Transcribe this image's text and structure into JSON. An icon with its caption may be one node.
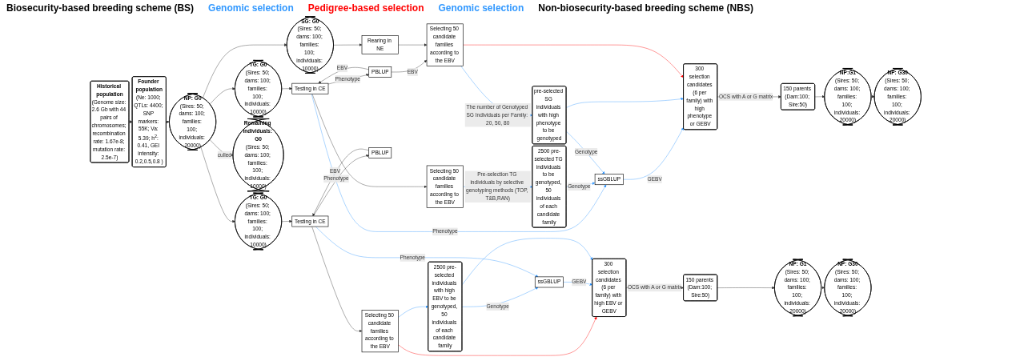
{
  "diagram": {
    "nodes": [
      {
        "text": [
          "Historical population",
          "(Genome size: 2.6 Gb with 44 pairs of chromosomes; recombination rate: 1.67e-8; mutation rate: 2.5e-7)"
        ]
      },
      {
        "text": [
          "Founder population",
          "(Ne: 1000; QTLs: 4400; SNP markers: 55K; Va: 5.39; h$^{2}$: 0.41, GEI intensity: 0.2,0.5,0.8 )"
        ]
      },
      {
        "text": [
          "NP: G0",
          "(Sires: 50; dams: 100; families: 100; individuals: 20000)"
        ]
      },
      {
        "text": [
          "TG: G0",
          "(Sires: 50; dams: 100; families: 100; individuals: 10000)"
        ]
      },
      {
        "text": [
          "SG: G0",
          "(Sires: 50; dams: 100; families: 100; individuals: 10000)"
        ]
      },
      {
        "text": [
          "Testing in CE"
        ]
      },
      {
        "text": [
          "PBLUP"
        ]
      },
      {
        "text": [
          "Rearing in NE"
        ]
      },
      {
        "text": [
          "Selecting 50 candidate families according to the EBV"
        ]
      },
      {
        "text": [
          "2500 pre-selected TG individuals to be genotyped, 50 individuals of each candidate family"
        ]
      },
      {
        "text": [
          "ssGBLUP"
        ]
      },
      {
        "text": [
          "Selecting 50 candidate families according to the EBV"
        ]
      },
      {
        "text": [
          "pre-selected SG individuals with high phenotype to be genotyped"
        ]
      },
      {
        "text": [
          "300 selection candidates (6 per family) with high phenotype or GEBV"
        ]
      },
      {
        "text": [
          "150 parents (Dam:100; Sire:50)"
        ]
      },
      {
        "text": [
          "NP:G1",
          "(Sires: 50; dams: 100; families: 100; individuals: 20000)"
        ]
      },
      {
        "text": [
          "NP: G30",
          "(Sires: 50; dams: 100; families: 100; individuals: 20000)"
        ]
      },
      {
        "text": [
          "TG: G0",
          "(Sires: 50; dams: 100; families: 100; individuals: 10000)"
        ]
      },
      {
        "text": [
          "Remaining individuals: G0",
          "(Sires: 50; dams: 100; families: 100; individuals: 10000)"
        ]
      },
      {
        "text": [
          "Testing in CE"
        ]
      },
      {
        "text": [
          "PBLUP"
        ]
      },
      {
        "text": [
          "Selecting 50 candidate families according to the EBV"
        ]
      },
      {
        "text": [
          "2500 pre-selected individuals with high EBV to be genotyped, 50 individuals of each candidate family"
        ]
      },
      {
        "text": [
          "ssGBLUP"
        ]
      },
      {
        "text": [
          "300 selection candidates (6 per family) with high EBV or GEBV"
        ]
      },
      {
        "text": [
          "150 parents (Dam:100; Sire:50)"
        ]
      },
      {
        "text": [
          "NP: G1",
          "(Sires: 50; dams: 100; families: 100; individuals: 20000)"
        ]
      },
      {
        "text": [
          "NP: G30",
          "(Sires: 50; dams: 100; families: 100; individuals: 20000)"
        ]
      }
    ],
    "edges": [
      {
        "from": 0,
        "to": 1,
        "arrow": "to"
      },
      {
        "from": 1,
        "to": 2,
        "arrow": "to"
      },
      {
        "from": 2,
        "to": 3,
        "arrow": "to"
      },
      {
        "from": 2,
        "to": 4,
        "arrow": "to"
      },
      {
        "from": 2,
        "to": 17,
        "arrow": "to"
      },
      {
        "from": 2,
        "to": 18,
        "arrow": "to",
        "label": "culled"
      },
      {
        "from": 3,
        "to": 5,
        "arrow": "to"
      },
      {
        "from": 5,
        "to": 8,
        "arrow": "to"
      },
      {
        "from": 5,
        "to": 6,
        "arrow": "to",
        "label": "Phenotype"
      },
      {
        "from": 6,
        "to": 5,
        "arrow": "to",
        "label": "EBV"
      },
      {
        "from": 6,
        "to": 11,
        "arrow": "to",
        "label": "EBV"
      },
      {
        "from": 5,
        "to": 10,
        "arrow": "to",
        "label": "Phenotype",
        "color": "#3399ff"
      },
      {
        "from": 8,
        "to": 9,
        "arrow": "to",
        "label": "Pre-selection TG individuals by selective genotyping methods (TOP, T&B,RAN)",
        "color": "#3399ff"
      },
      {
        "from": 9,
        "to": 10,
        "arrow": "to",
        "label": "Genotype",
        "color": "#3399ff"
      },
      {
        "from": 4,
        "to": 7,
        "arrow": "to"
      },
      {
        "from": 7,
        "to": 11,
        "arrow": "to"
      },
      {
        "from": 11,
        "to": 12,
        "arrow": "to",
        "label": "The number of Genotyped SG Individuals per Family: 20, 50, 80",
        "color": "#3399ff"
      },
      {
        "from": 12,
        "to": 10,
        "arrow": "to",
        "label": "Genotype",
        "color": "#3399ff"
      },
      {
        "from": 10,
        "to": 13,
        "arrow": "to",
        "label": "GEBV",
        "color": "#3399ff"
      },
      {
        "from": 12,
        "to": 13,
        "arrow": "to",
        "color": "#3399ff"
      },
      {
        "from": 11,
        "to": 13,
        "arrow": "to",
        "color": "#ff0000"
      },
      {
        "from": 13,
        "to": 14,
        "arrow": "to",
        "label": "OCS with A or G matrix"
      },
      {
        "from": 14,
        "to": 15,
        "arrow": "to"
      },
      {
        "from": 15,
        "to": 16,
        "arrow": "to",
        "style": "dashed"
      },
      {
        "from": 17,
        "to": 19,
        "arrow": "to"
      },
      {
        "from": 19,
        "to": 21,
        "arrow": "to"
      },
      {
        "from": 19,
        "to": 20,
        "arrow": "to",
        "label": "Phenotype"
      },
      {
        "from": 20,
        "to": 19,
        "arrow": "to",
        "label": "EBV"
      },
      {
        "from": 21,
        "to": 22,
        "arrow": "to",
        "color": "#3399ff"
      },
      {
        "from": 21,
        "to": 24,
        "arrow": "to",
        "color": "#ff0000"
      },
      {
        "from": 22,
        "to": 23,
        "arrow": "to",
        "label": "Genotype",
        "color": "#3399ff"
      },
      {
        "from": 23,
        "to": 24,
        "arrow": "to",
        "label": "GEBV",
        "color": "#3399ff"
      },
      {
        "from": 22,
        "to": 24,
        "arrow": "to",
        "color": "#3399ff"
      },
      {
        "from": 19,
        "to": 23,
        "arrow": "to",
        "label": "Phenotype",
        "color": "#3399ff"
      },
      {
        "from": 24,
        "to": 25,
        "arrow": "to",
        "label": "OCS with A or G matrix"
      },
      {
        "from": 25,
        "to": 26,
        "arrow": "to"
      },
      {
        "from": 26,
        "to": 27,
        "arrow": "to",
        "style": "dashed"
      }
    ],
    "labels": [
      "Biosecurity-based breeding scheme (BS)",
      "Genomic selection",
      "Pedigree-based selection",
      "Genomic selection",
      "Non-biosecurity-based breeding scheme (NBS)"
    ]
  }
}
